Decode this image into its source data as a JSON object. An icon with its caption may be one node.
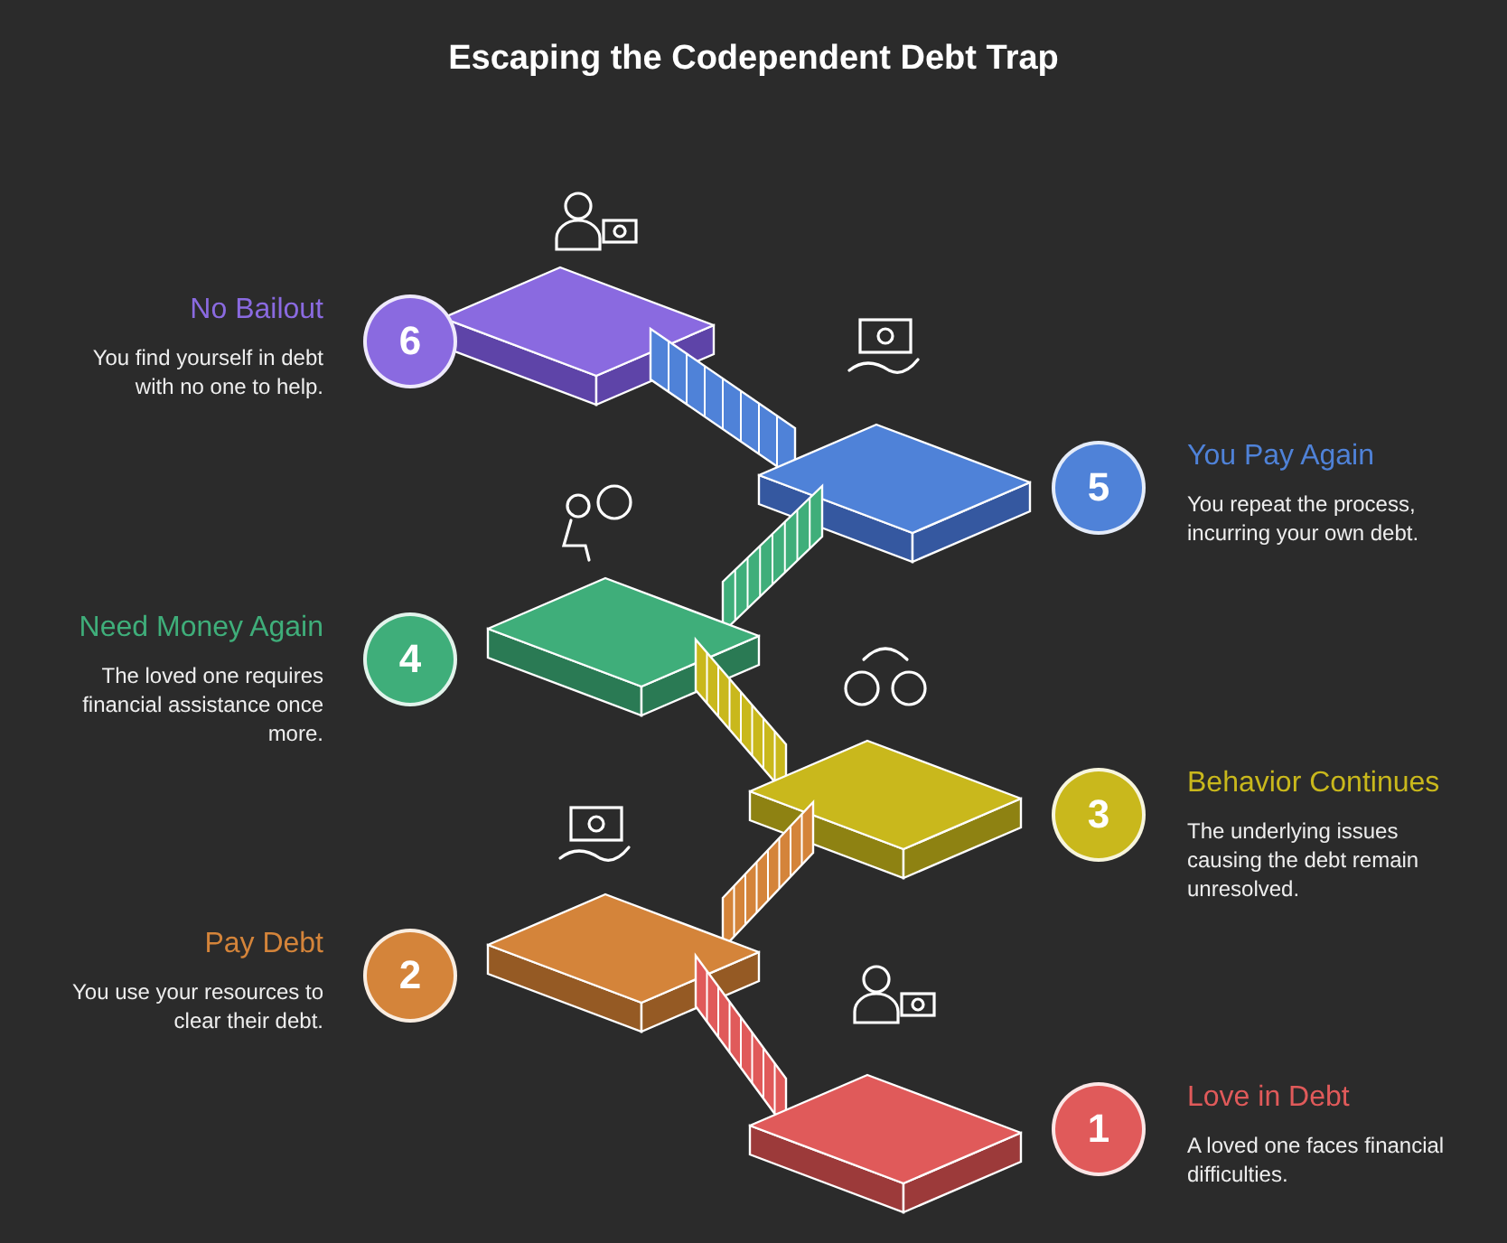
{
  "diagram": {
    "title": "Escaping the Codependent Debt Trap",
    "nodes": [
      {
        "text": [
          "6"
        ],
        "beside": [
          "No Bailout",
          "You find yourself in debt with no one to help."
        ]
      },
      {
        "text": [
          "5"
        ],
        "beside": [
          "You Pay Again",
          "You repeat the process, incurring your own debt."
        ]
      },
      {
        "text": [
          "4"
        ],
        "beside": [
          "Need Money Again",
          "The loved one requires financial assistance once more."
        ]
      },
      {
        "text": [
          "3"
        ],
        "beside": [
          "Behavior Continues",
          "The underlying issues causing the debt remain unresolved."
        ]
      },
      {
        "text": [
          "2"
        ],
        "beside": [
          "Pay Debt",
          "You use your resources to clear their debt."
        ]
      },
      {
        "text": [
          "1"
        ],
        "beside": [
          "Love in Debt",
          "A loved one faces financial difficulties."
        ]
      }
    ],
    "edges": []
  }
}
